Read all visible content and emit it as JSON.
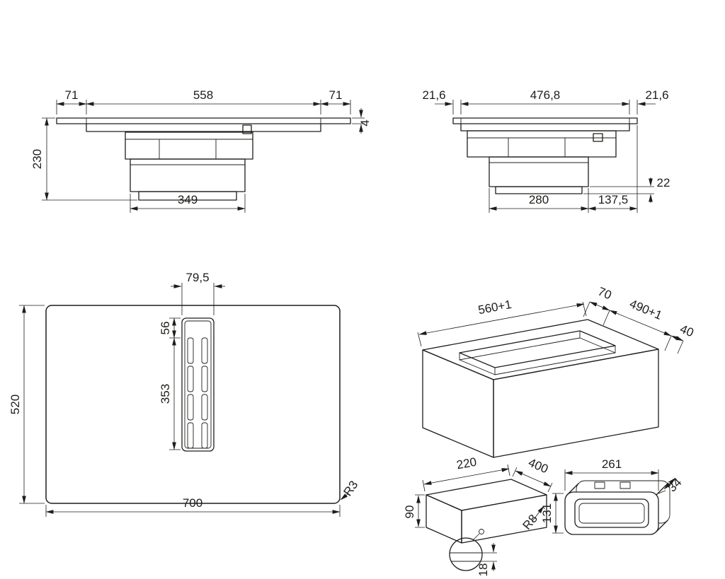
{
  "page": {
    "background": "#ffffff",
    "line_color": "#1d1d1b"
  },
  "views": {
    "front_section": {
      "dims": {
        "left_overhang": "71",
        "top_width": "558",
        "right_overhang": "71",
        "glass_thickness": "4",
        "overall_height": "230",
        "housing_width": "349"
      }
    },
    "side_section": {
      "dims": {
        "left_overhang": "21,6",
        "top_width": "476,8",
        "right_overhang": "21,6",
        "flange_height": "22",
        "housing_width": "280",
        "housing_offset": "137,5"
      }
    },
    "top_plan": {
      "dims": {
        "grille_width": "79,5",
        "grille_offset": "56",
        "grille_length": "353",
        "depth": "520",
        "width": "700",
        "corner_radius": "R3"
      }
    },
    "worktop_cutout": {
      "dims": {
        "cutout_length": "560+1",
        "back_clearance": "70",
        "cutout_depth": "490+1",
        "front_clearance": "40"
      }
    },
    "duct_box": {
      "dims": {
        "length": "220",
        "depth": "400",
        "height": "90",
        "corner_radius": "R8",
        "hole_offset": "18"
      }
    },
    "outlet_flange": {
      "dims": {
        "width": "261",
        "depth": "34",
        "height": "131"
      }
    }
  }
}
